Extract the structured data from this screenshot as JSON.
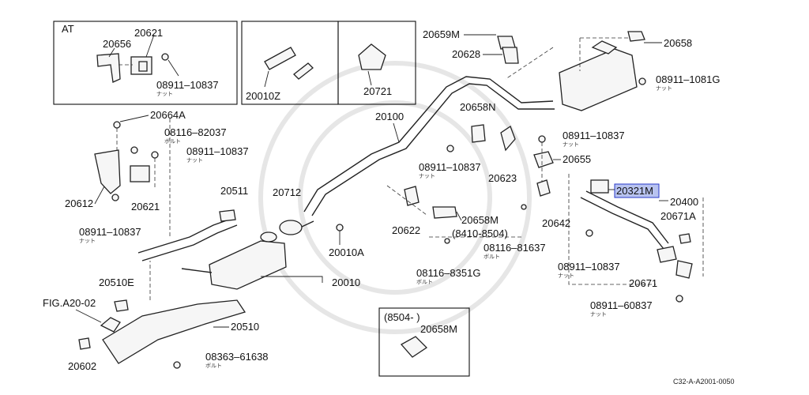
{
  "diagram": {
    "labels": {
      "at": "AT",
      "p20621_top": "20621",
      "p20656": "20656",
      "p08911_10837_a": "08911–10837",
      "p20010z": "20010Z",
      "p20721": "20721",
      "p20659m": "20659M",
      "p20628": "20628",
      "p20658": "20658",
      "p08911_1081g": "08911–1081G",
      "p20664a": "20664A",
      "p08116_82037": "08116–82037",
      "p08911_10837_b": "08911–10837",
      "p20100": "20100",
      "p20658n": "20658N",
      "p08911_10837_c": "08911–10837",
      "p20612": "20612",
      "p20621_mid": "20621",
      "p08911_10837_d": "08911–10837",
      "p08911_10837_e": "08911–10837",
      "p20623": "20623",
      "p20655": "20655",
      "p20511": "20511",
      "p20712": "20712",
      "p20321m": "20321M",
      "p20400": "20400",
      "p20671a": "20671A",
      "p20622": "20622",
      "p20658m_mid": "20658M",
      "p8410_8504": "(8410-8504)",
      "p20642": "20642",
      "p20010a": "20010A",
      "p08116_81637": "08116–81637",
      "p20510e": "20510E",
      "p20010": "20010",
      "p08116_8351g": "08116–8351G",
      "p08911_10837_f": "08911–10837",
      "p20671": "20671",
      "fig_a20_02": "FIG.A20-02",
      "p08911_60837": "08911–60837",
      "p20510": "20510",
      "p8504": "(8504-        )",
      "p20658m_bot": "20658M",
      "p08363_61638": "08363–61638",
      "p20602": "20602",
      "ref_code": "C32-A-A2001-0050"
    },
    "kana": {
      "nut": "ナット",
      "bolt": "ボルト"
    },
    "highlight_color": "#b8c3f0"
  }
}
